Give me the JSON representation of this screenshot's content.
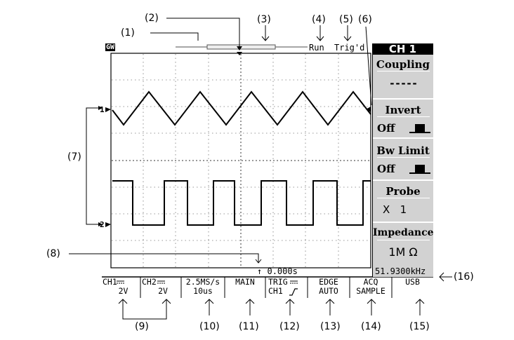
{
  "callouts": {
    "c1": "(1)",
    "c2": "(2)",
    "c3": "(3)",
    "c4": "(4)",
    "c5": "(5)",
    "c6": "(6)",
    "c7": "(7)",
    "c8": "(8)",
    "c9": "(9)",
    "c10": "(10)",
    "c11": "(11)",
    "c12": "(12)",
    "c13": "(13)",
    "c14": "(14)",
    "c15": "(15)",
    "c16": "(16)"
  },
  "screen": {
    "logo": "GW",
    "run_state": "Run",
    "trig_state": "Trig'd",
    "ch1_marker": "1",
    "ch2_marker": "2",
    "time_offset": "0.000s",
    "frequency": "51.9300kHz"
  },
  "menu": {
    "title": "CH 1",
    "coupling_label": "Coupling",
    "coupling_value": "-----",
    "invert_label": "Invert",
    "invert_value": "Off",
    "bwlimit_label": "Bw Limit",
    "bwlimit_value": "Off",
    "probe_label": "Probe",
    "probe_value": "X   1",
    "impedance_label": "Impedance",
    "impedance_value": "1M Ω"
  },
  "bottom": {
    "ch1_top": "CH1",
    "ch1_bottom": "2V",
    "ch2_top": "CH2",
    "ch2_bottom": "2V",
    "rate_top": "2.5MS/s",
    "rate_bottom": "10us",
    "main": "MAIN",
    "trig_top": "TRIG",
    "trig_bottom": "CH1",
    "edge_top": "EDGE",
    "edge_bottom": "AUTO",
    "acq_top": "ACQ",
    "acq_bottom": "SAMPLE",
    "usb": "USB"
  }
}
